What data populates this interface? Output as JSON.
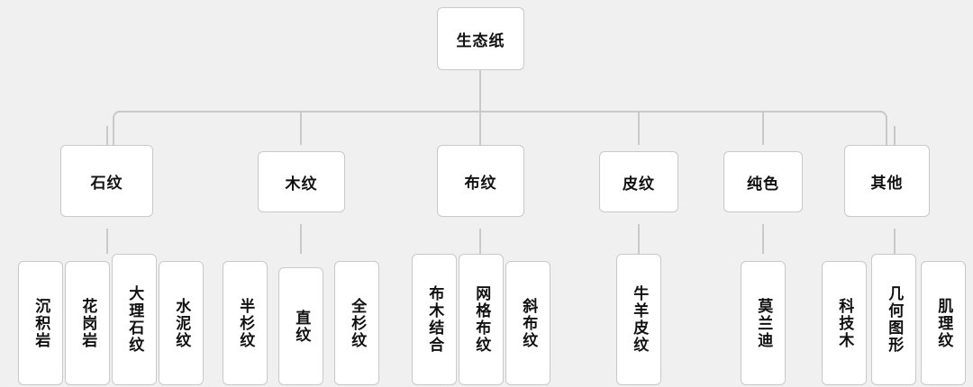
{
  "diagram": {
    "type": "tree",
    "title": "生态纸",
    "orientation": "top-down",
    "colors": {
      "background": "#f0f0f0",
      "node_fill": "#ffffff",
      "node_border": "#c9c9c9",
      "connector": "#c9c9c9",
      "text": "#111111"
    },
    "root": {
      "label": "生态纸"
    },
    "categories": [
      {
        "label": "石纹",
        "children": [
          {
            "label": "沉积岩"
          },
          {
            "label": "花岗岩"
          },
          {
            "label": "大理石纹"
          },
          {
            "label": "水泥纹"
          }
        ]
      },
      {
        "label": "木纹",
        "children": [
          {
            "label": "半杉纹"
          },
          {
            "label": "直纹"
          },
          {
            "label": "全杉纹"
          }
        ]
      },
      {
        "label": "布纹",
        "children": [
          {
            "label": "布木结合"
          },
          {
            "label": "网格布纹"
          },
          {
            "label": "斜布纹"
          }
        ]
      },
      {
        "label": "皮纹",
        "children": [
          {
            "label": "牛羊皮纹"
          }
        ]
      },
      {
        "label": "纯色",
        "children": [
          {
            "label": "莫兰迪"
          }
        ]
      },
      {
        "label": "其他",
        "children": [
          {
            "label": "科技木"
          },
          {
            "label": "几何图形"
          },
          {
            "label": "肌理纹"
          }
        ]
      }
    ]
  }
}
